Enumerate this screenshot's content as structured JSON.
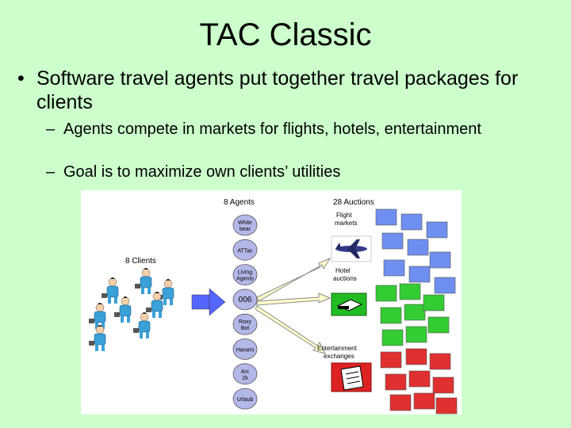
{
  "slide": {
    "title": "TAC Classic",
    "bullet_symbol": "•",
    "dash_symbol": "–",
    "bullet1": "Software travel agents put together travel packages for clients",
    "sub1": "Agents compete in markets for flights, hotels, entertainment",
    "sub2": "Goal is to maximize own clients’ utilities"
  },
  "figure": {
    "agents_header": "8 Agents",
    "auctions_header": "28 Auctions",
    "clients_header": "8 Clients",
    "agents": [
      "White bear",
      "ATTac",
      "Living Agents",
      "006",
      "Roxy Bot",
      "Harami",
      "Arc 2k",
      "Urlaub"
    ],
    "auction_groups": {
      "flight": "Flight markets",
      "hotel": "Hotel auctions",
      "entertainment": "Entertainment exchanges"
    },
    "colors": {
      "background": "#ccffcc",
      "agent_node": "#b3b8e8",
      "flight_square": "#6f8ff0",
      "hotel_square": "#33cc33",
      "entertainment_square": "#e03030",
      "client_figure": "#3aa0d8",
      "big_arrow": "#5566ff"
    }
  }
}
